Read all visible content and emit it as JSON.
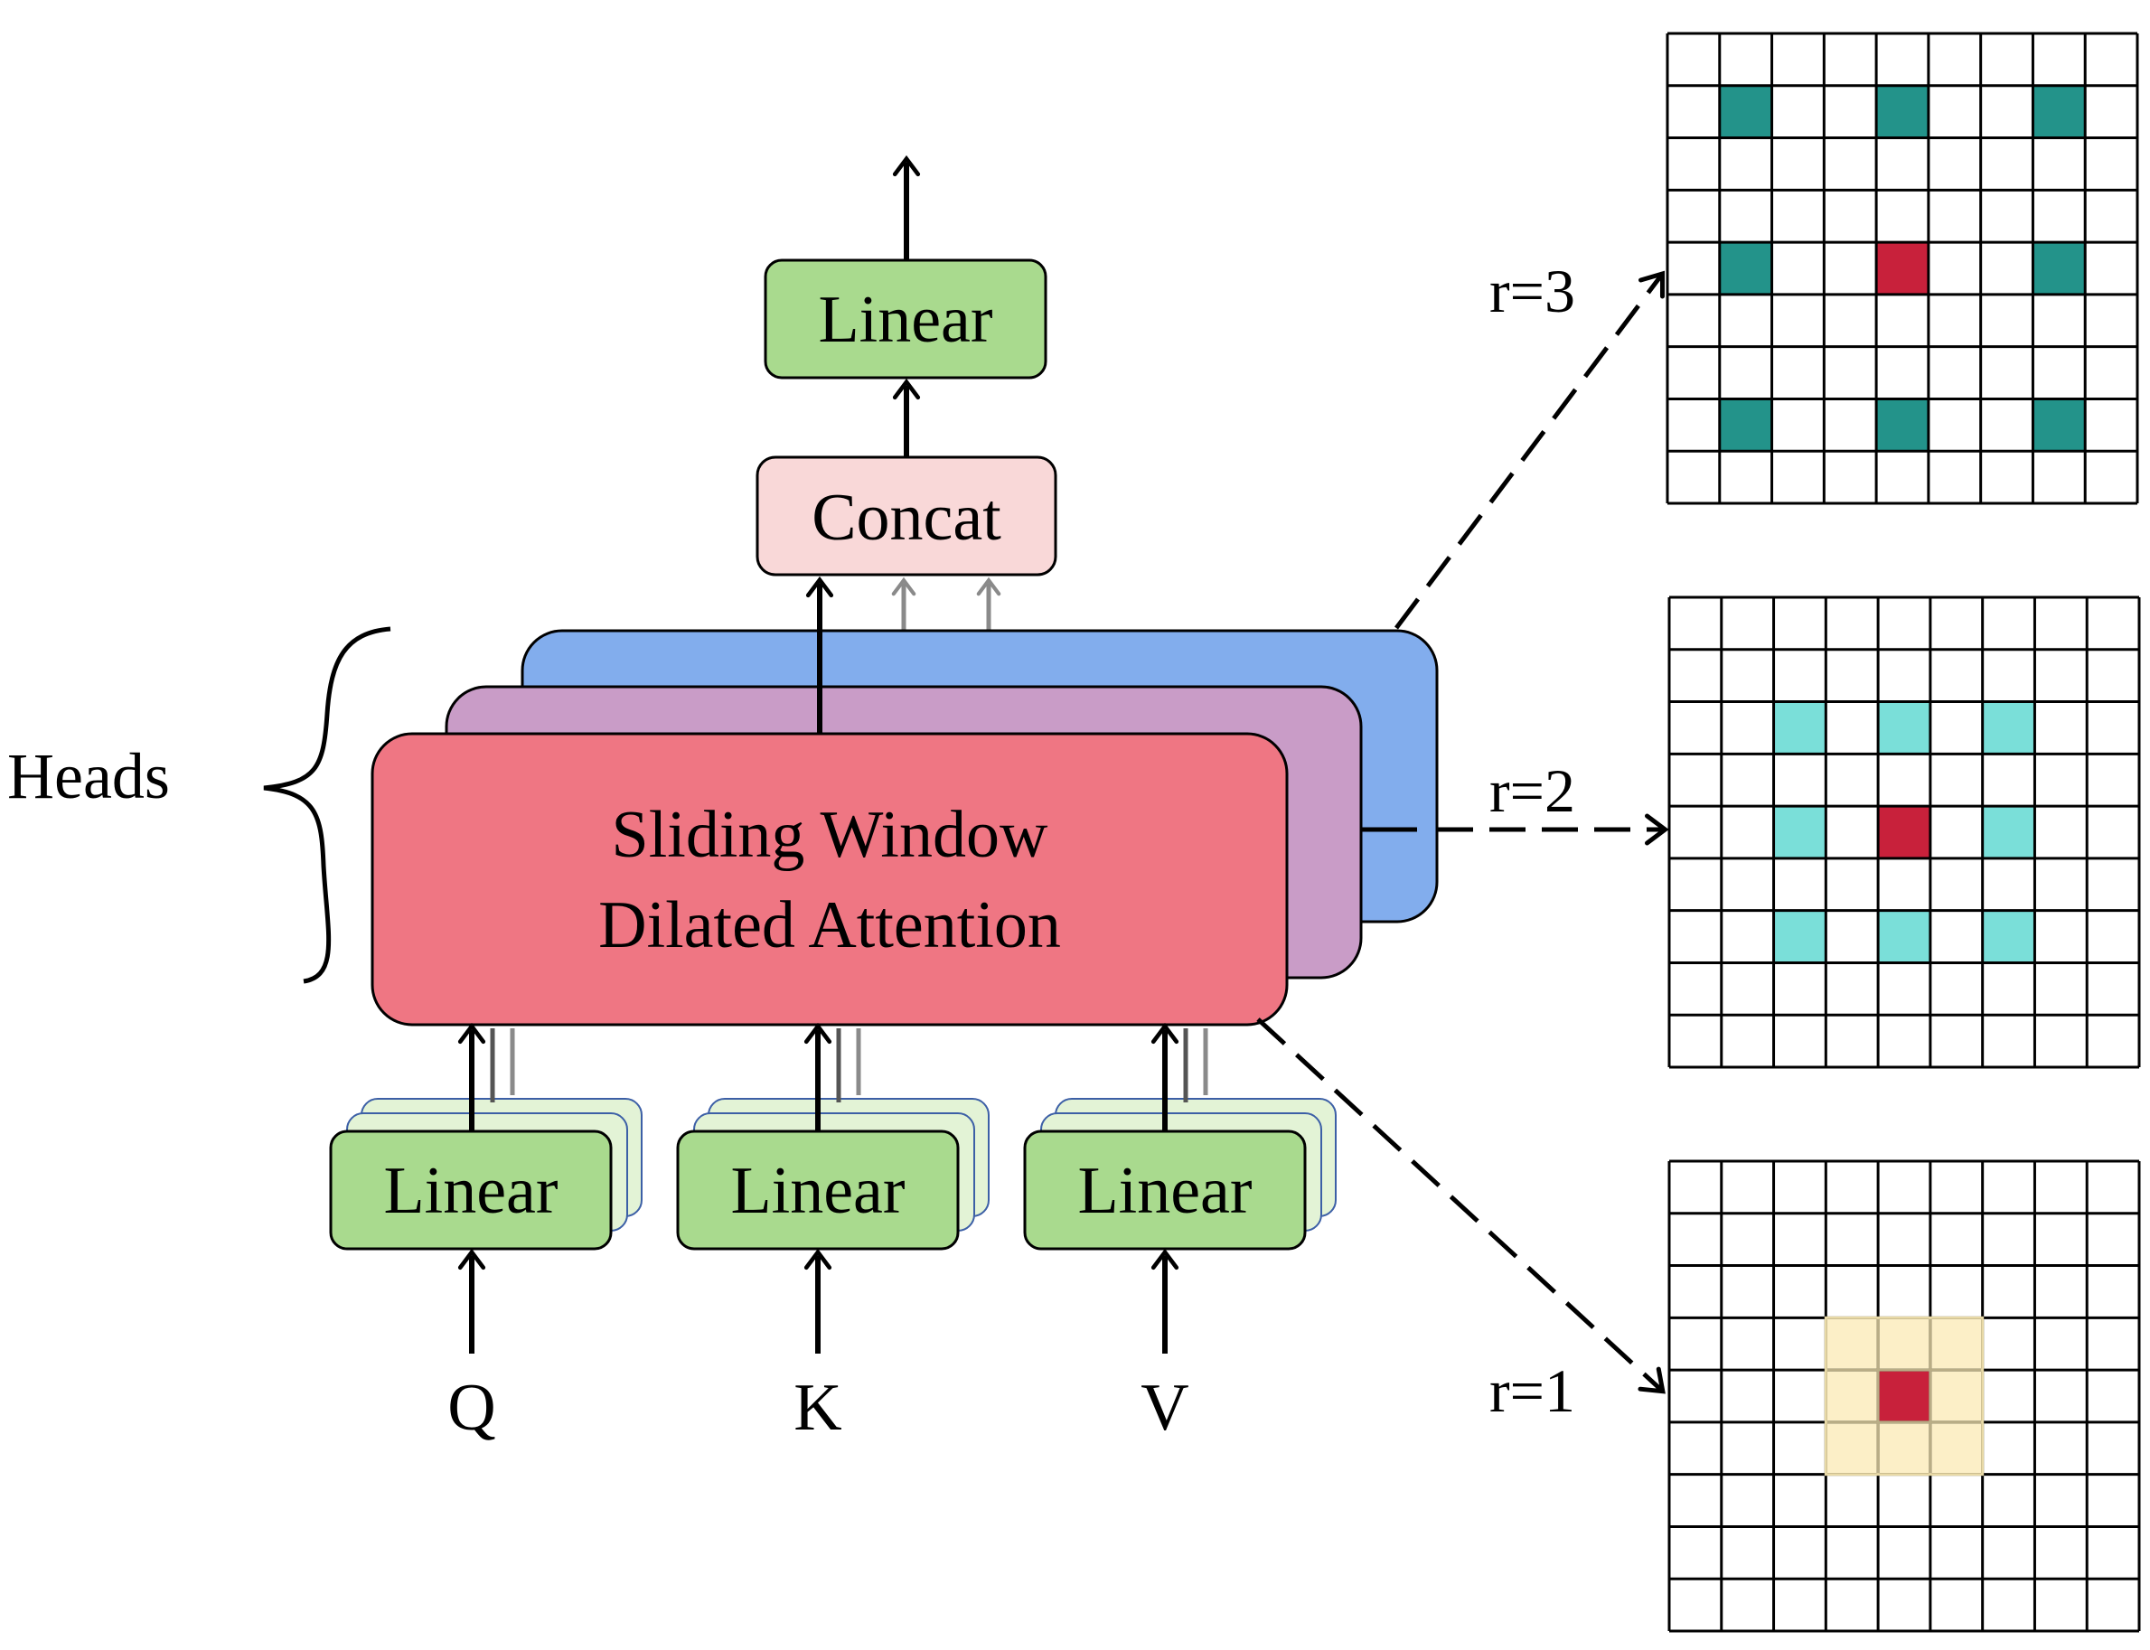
{
  "labels": {
    "heads": "Heads",
    "output_linear": "Linear",
    "concat": "Concat",
    "attention_line1": "Sliding Window",
    "attention_line2": "Dilated Attention",
    "linear_q": "Linear",
    "linear_k": "Linear",
    "linear_v": "Linear",
    "input_q": "Q",
    "input_k": "K",
    "input_v": "V",
    "rate_3": "r=3",
    "rate_2": "r=2",
    "rate_1": "r=1"
  },
  "grids": [
    {
      "rate": 3,
      "size": 9,
      "center": [
        4,
        4
      ],
      "center_color": "#c8213b",
      "neighbor_color": "#23938a",
      "neighbors": [
        [
          1,
          1
        ],
        [
          1,
          4
        ],
        [
          1,
          7
        ],
        [
          4,
          1
        ],
        [
          4,
          7
        ],
        [
          7,
          1
        ],
        [
          7,
          4
        ],
        [
          7,
          7
        ]
      ],
      "window": null
    },
    {
      "rate": 2,
      "size": 9,
      "center": [
        4,
        4
      ],
      "center_color": "#c8213b",
      "neighbor_color": "#7adfd9",
      "neighbors": [
        [
          2,
          2
        ],
        [
          2,
          4
        ],
        [
          2,
          6
        ],
        [
          4,
          2
        ],
        [
          4,
          6
        ],
        [
          6,
          2
        ],
        [
          6,
          4
        ],
        [
          6,
          6
        ]
      ],
      "window": null
    },
    {
      "rate": 1,
      "size": 9,
      "center": [
        4,
        4
      ],
      "center_color": "#c8213b",
      "neighbor_color": "#fcefc7",
      "neighbors": [],
      "window": {
        "rows": [
          3,
          5
        ],
        "cols": [
          3,
          5
        ]
      }
    }
  ],
  "colors": {
    "linear_fill": "#a9da8e",
    "linear_stack_fill": "#e3f3d6",
    "linear_stack_border": "#3c5fa6",
    "concat_fill": "#f9d8d8",
    "head_front": "#ef7683",
    "head_middle": "#c99cc7",
    "head_back": "#82aded"
  }
}
